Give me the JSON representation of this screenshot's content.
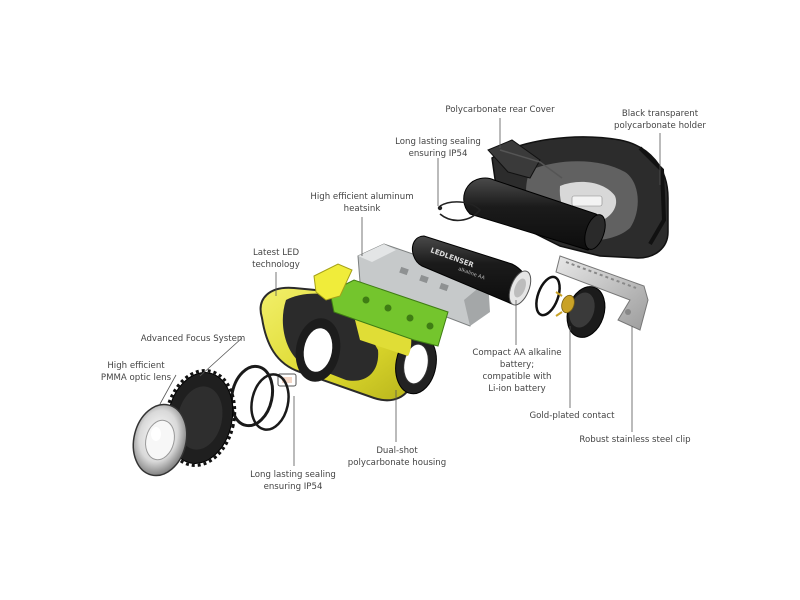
{
  "labels": {
    "polycarbonate_rear_cover": "Polycarbonate rear Cover",
    "black_transparent_holder": "Black transparent\npolycarbonate holder",
    "sealing_top": "Long lasting sealing\nensuring IP54",
    "heatsink": "High efficient aluminum\nheatsink",
    "latest_led": "Latest LED\ntechnology",
    "advanced_focus": "Advanced Focus System",
    "optic_lens": "High efficient\nPMMA optic lens",
    "compact_battery": "Compact AA alkaline\nbattery;\ncompatible with\nLi-ion battery",
    "gold_contact": "Gold-plated contact",
    "steel_clip": "Robust stainless steel clip",
    "housing": "Dual-shot\npolycarbonate housing",
    "sealing_bottom": "Long lasting sealing\nensuring IP54"
  },
  "battery_brand": "LEDLENSER",
  "battery_type": "alkaline AA",
  "colors": {
    "leader_line": "#555555",
    "housing_yellow": "#e3e03a",
    "housing_black": "#2b2b2b",
    "pcb_green": "#72c22b",
    "heatsink_grey": "#b9bcbd",
    "cover_dark": "#222222"
  }
}
